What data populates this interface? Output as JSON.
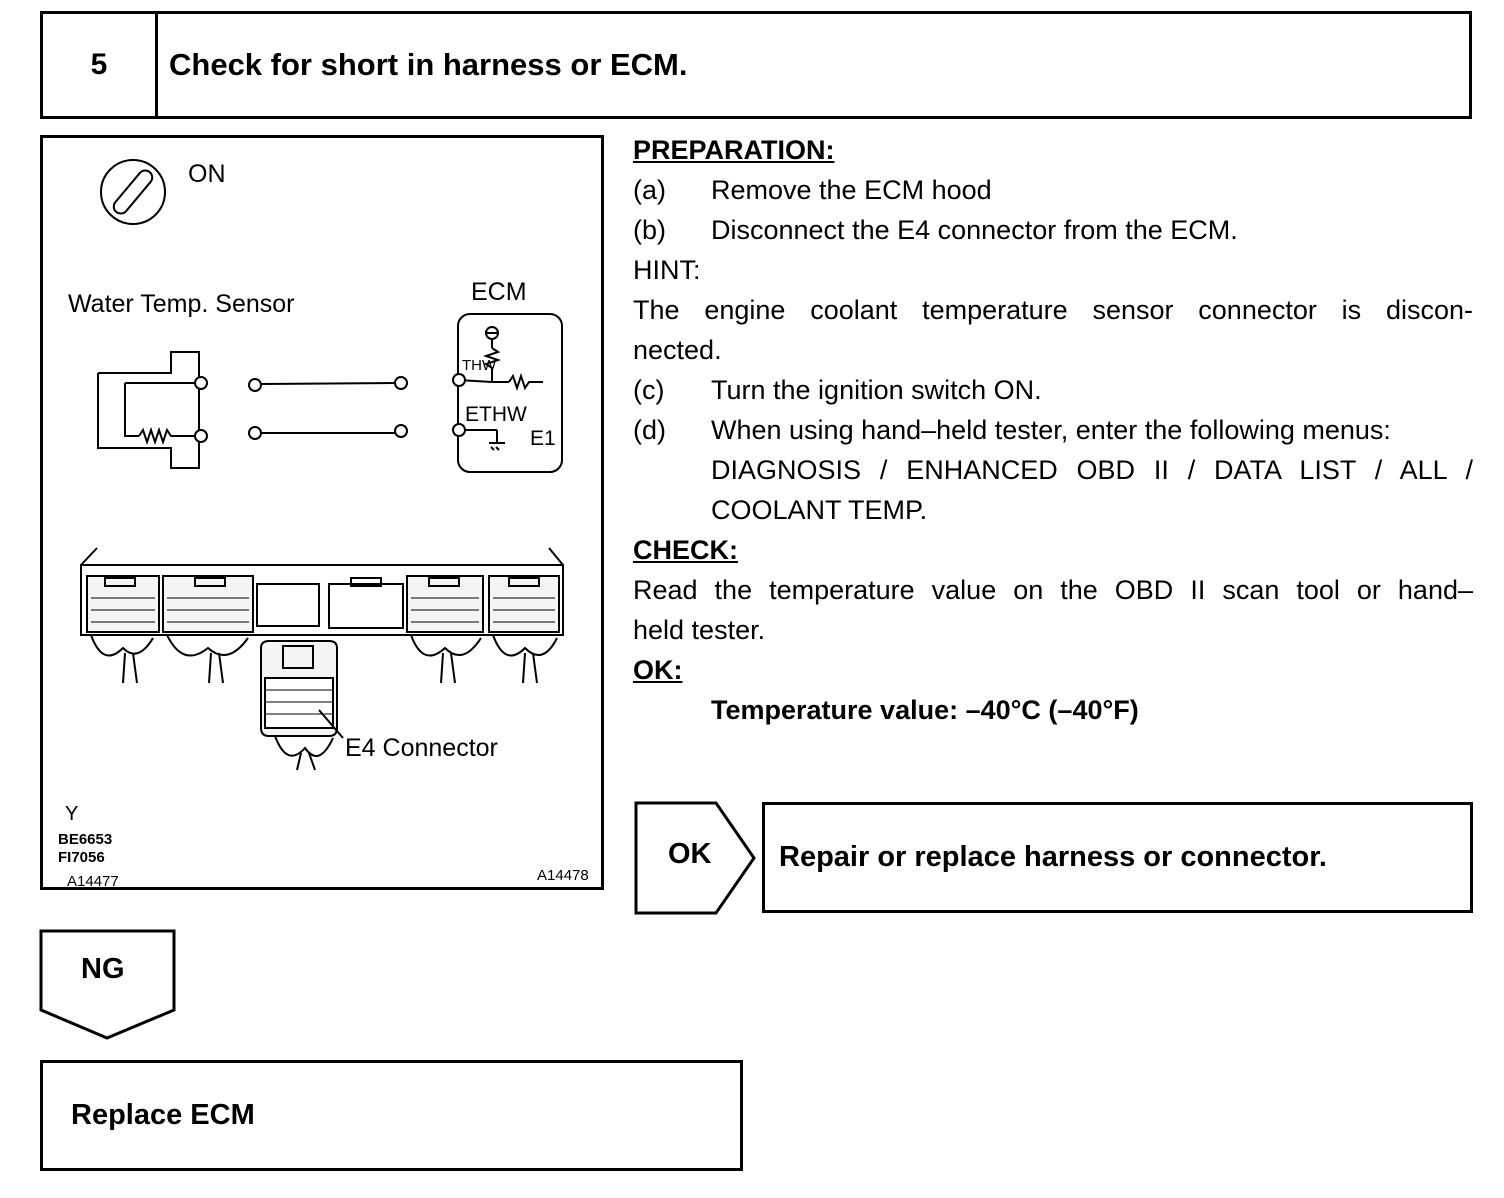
{
  "step": {
    "number": "5",
    "title": "Check for short in harness or ECM."
  },
  "figure": {
    "switch_label": "ON",
    "sensor_label": "Water Temp. Sensor",
    "ecm_label": "ECM",
    "thw_label": "THW",
    "ethw_label": "ETHW",
    "e1_label": "E1",
    "connector_label": "E4 Connector",
    "code_y": "Y",
    "code_be": "BE6653",
    "code_fi": "FI7056",
    "code_left": "A14477",
    "code_right": "A14478"
  },
  "instructions": {
    "preparation_heading": "PREPARATION:",
    "steps_prep": [
      {
        "label": "(a)",
        "text": "Remove the ECM hood"
      },
      {
        "label": "(b)",
        "text": "Disconnect the E4 connector from the ECM."
      }
    ],
    "hint_heading": "HINT:",
    "hint_line1": "The engine coolant temperature sensor connector is discon-",
    "hint_line2": "nected.",
    "step_c": {
      "label": "(c)",
      "text": "Turn the ignition switch ON."
    },
    "step_d": {
      "label": "(d)",
      "text1": "When using hand–held tester, enter the following menus:",
      "text2": "DIAGNOSIS / ENHANCED OBD II / DATA LIST / ALL /",
      "text3": "COOLANT TEMP."
    },
    "check_heading": "CHECK:",
    "check_line1": "Read the temperature value on the OBD II scan tool or hand–",
    "check_line2": "held tester.",
    "ok_heading": "OK:",
    "ok_spec": "Temperature value: –40°C (–40°F)"
  },
  "ok_branch": {
    "label": "OK",
    "result": "Repair or replace harness or connector."
  },
  "ng_branch": {
    "label": "NG",
    "result": "Replace ECM"
  }
}
